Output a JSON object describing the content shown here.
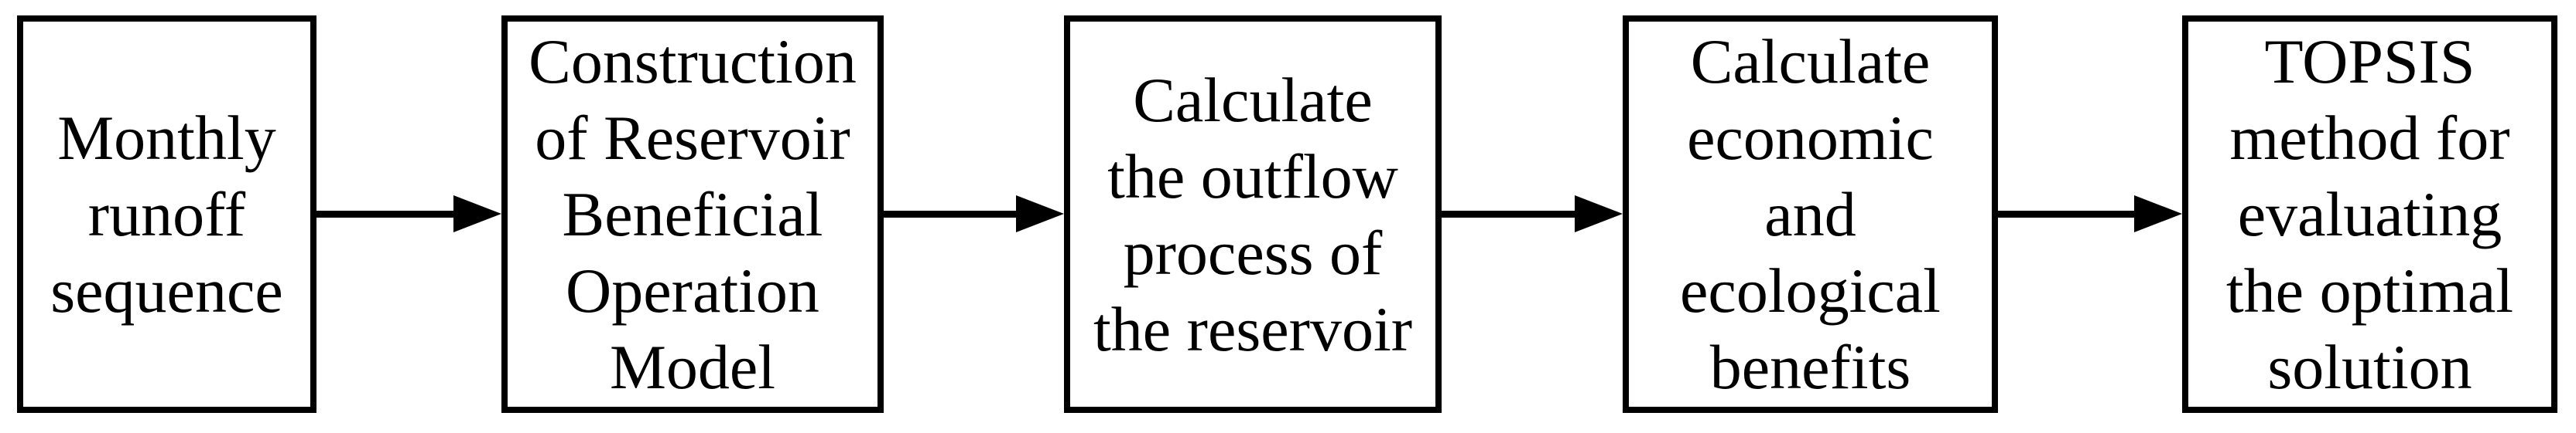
{
  "diagram": {
    "type": "flowchart",
    "direction": "left-to-right",
    "colors": {
      "background": "#ffffff",
      "box_border": "#000000",
      "box_fill": "#ffffff",
      "text": "#000000",
      "arrow": "#000000"
    },
    "steps": [
      {
        "id": "monthly-runoff-sequence",
        "label": "Monthly runoff sequence",
        "lines": [
          "Monthly",
          "runoff",
          "sequence"
        ]
      },
      {
        "id": "construction-of-model",
        "label": "Construction of Reservoir Beneficial Operation Model",
        "lines": [
          "Construction",
          "of Reservoir",
          "Beneficial",
          "Operation",
          "Model"
        ]
      },
      {
        "id": "calculate-outflow-process",
        "label": "Calculate the outflow process of the reservoir",
        "lines": [
          "Calculate",
          "the outflow",
          "process of",
          "the reservoir"
        ]
      },
      {
        "id": "calculate-benefits",
        "label": "Calculate economic and ecological benefits",
        "lines": [
          "Calculate",
          "economic",
          "and",
          "ecological",
          "benefits"
        ]
      },
      {
        "id": "topsis-evaluation",
        "label": "TOPSIS method for evaluating the optimal solution",
        "lines": [
          "TOPSIS",
          "method for",
          "evaluating",
          "the optimal",
          "solution"
        ]
      }
    ],
    "connections": [
      {
        "from": "monthly-runoff-sequence",
        "to": "construction-of-model"
      },
      {
        "from": "construction-of-model",
        "to": "calculate-outflow-process"
      },
      {
        "from": "calculate-outflow-process",
        "to": "calculate-benefits"
      },
      {
        "from": "calculate-benefits",
        "to": "topsis-evaluation"
      }
    ]
  }
}
